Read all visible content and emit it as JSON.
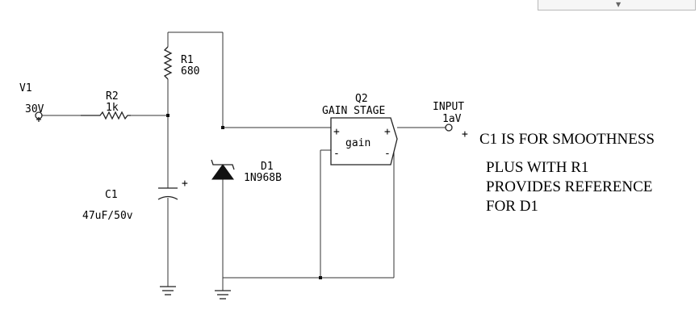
{
  "components": {
    "v1": {
      "name": "V1",
      "value": "30V"
    },
    "r1": {
      "name": "R1",
      "value": "680"
    },
    "r2": {
      "name": "R2",
      "value": "1k"
    },
    "c1": {
      "name": "C1",
      "value": "47uF/50v"
    },
    "d1": {
      "name": "D1",
      "value": "1N968B"
    },
    "q2": {
      "name": "Q2",
      "desc": "GAIN STAGE",
      "block": "gain"
    },
    "input": {
      "name": "INPUT",
      "value": "1aV"
    }
  },
  "notes": {
    "line1": "C1 IS FOR SMOOTHNESS",
    "line2": "PLUS WITH R1",
    "line3": "PROVIDES REFERENCE",
    "line4": "FOR D1"
  },
  "colors": {
    "wire": "#333333",
    "text": "#000000",
    "background": "#ffffff"
  }
}
